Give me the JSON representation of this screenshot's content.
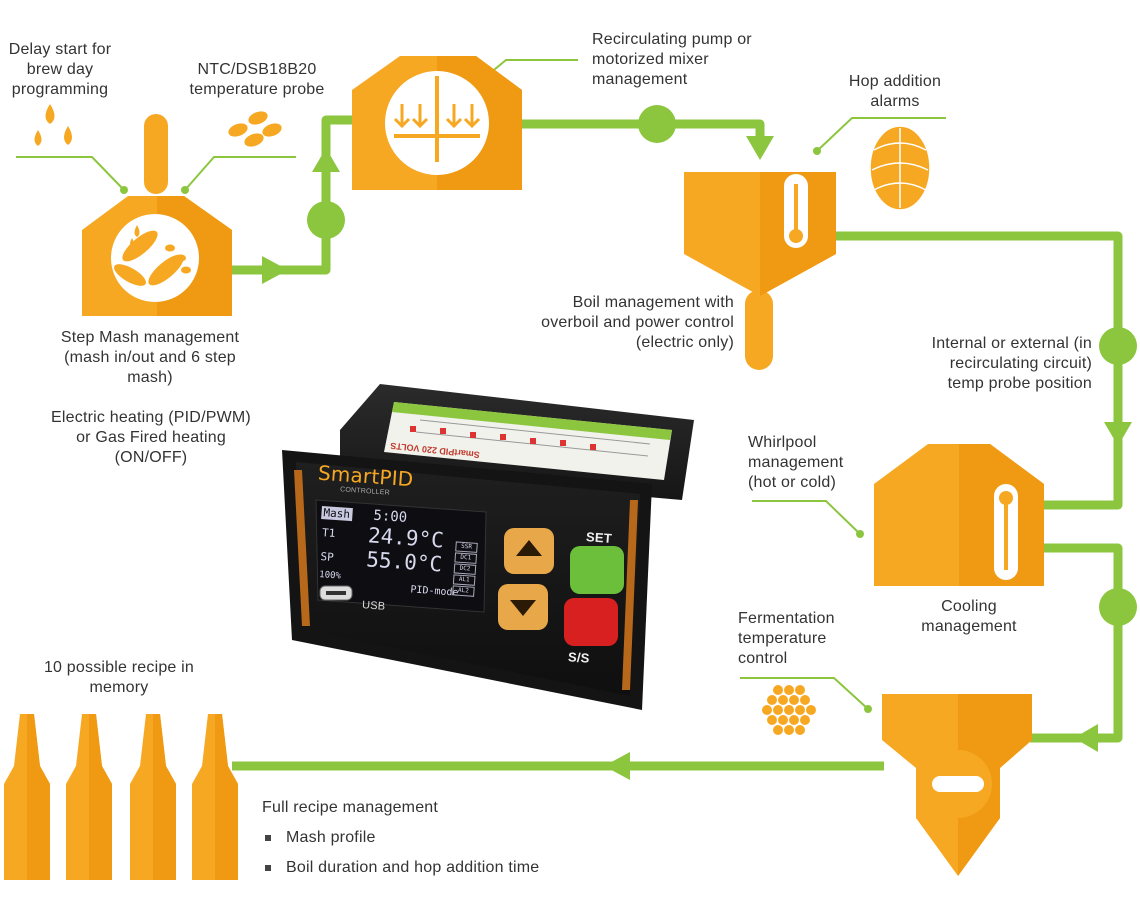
{
  "labels": {
    "delay_start": "Delay start for brew day programming",
    "ntc_probe": "NTC/DSB18B20 temperature probe",
    "recirc_pump": "Recirculating pump or motorized mixer management",
    "hop_alarms": "Hop addition alarms",
    "step_mash": "Step Mash management (mash in/out and 6 step mash)",
    "boil_mgmt": "Boil management with overboil and power control (electric only)",
    "probe_position": "Internal or external (in recirculating circuit) temp probe position",
    "electric_heating": "Electric heating (PID/PWM) or Gas Fired heating (ON/OFF)",
    "whirlpool": "Whirlpool management (hot or cold)",
    "cooling": "Cooling management",
    "fermentation": "Fermentation temperature control",
    "recipes": "10 possible recipe in memory",
    "full_recipe": "Full recipe management",
    "recipe_items": [
      "Mash profile",
      "Boil duration and hop addition time"
    ]
  },
  "device": {
    "brand": "SmartPID",
    "sub": "CONTROLLER",
    "model_label": "SmartPID 220 VOLTS",
    "display": {
      "mode": "Mash",
      "time": "5:00",
      "t1_label": "T1",
      "t1_value": "24.9°C",
      "sp_label": "SP",
      "sp_value": "55.0°C",
      "power": "100%",
      "status": "PID-mode",
      "side_tags": [
        "SSR",
        "DC1",
        "DC2",
        "AL1",
        "AL2"
      ]
    },
    "buttons": {
      "set": "SET",
      "ss": "S/S",
      "usb": "USB"
    }
  },
  "colors": {
    "orange": "#f7a823",
    "orange_dark": "#ef9a12",
    "green": "#8cc63f",
    "screen": "#0d0d12"
  }
}
